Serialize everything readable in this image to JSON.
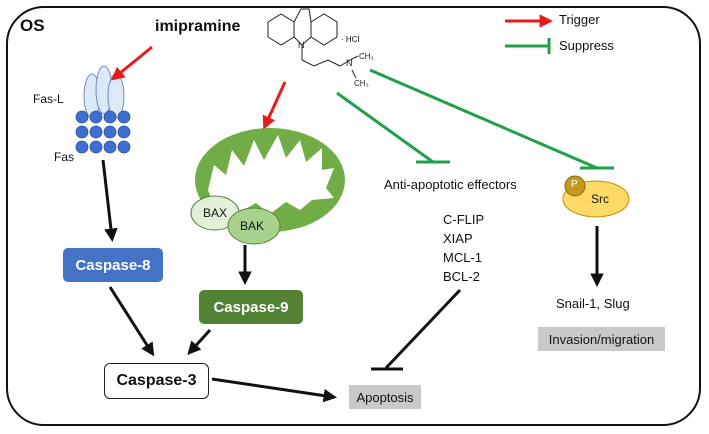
{
  "labels": {
    "os": "OS",
    "imipramine": "imipramine",
    "hcl": "· HCl",
    "fas_l": "Fas-L",
    "fas": "Fas",
    "bax": "BAX",
    "bak": "BAK",
    "caspase8": "Caspase-8",
    "caspase9": "Caspase-9",
    "caspase3": "Caspase-3",
    "anti_apoptotic": "Anti-apoptotic effectors",
    "effectors": [
      "C-FLIP",
      "XIAP",
      "MCL-1",
      "BCL-2"
    ],
    "p": "P",
    "src": "Src",
    "snail": "Snail-1, Slug",
    "invasion": "Invasion/migration",
    "apoptosis": "Apoptosis"
  },
  "legend": {
    "trigger": "Trigger",
    "suppress": "Suppress"
  },
  "colors": {
    "trigger": "#e81b1b",
    "suppress": "#21a04a",
    "caspase8": "#4472c4",
    "caspase9": "#548235",
    "mito": "#70ad47",
    "src": "#ffd965",
    "grey_box": "#c9c9c9"
  }
}
